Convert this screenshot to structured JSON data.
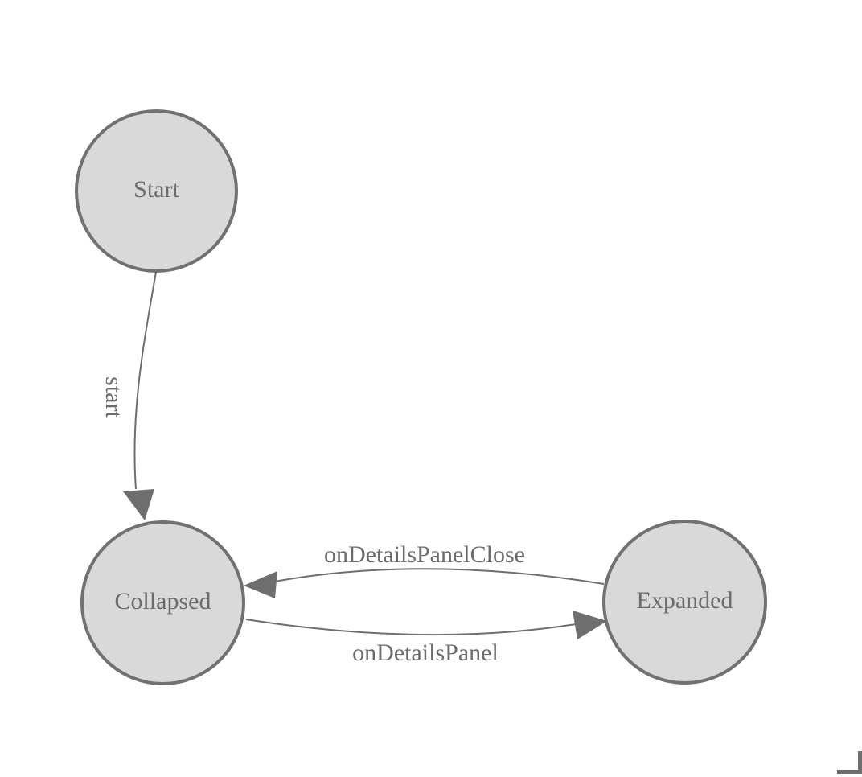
{
  "page": {
    "background": "#ffffff"
  },
  "diagram": {
    "type": "state-machine",
    "nodes": [
      {
        "id": "Start",
        "label": "Start"
      },
      {
        "id": "Collapsed",
        "label": "Collapsed"
      },
      {
        "id": "Expanded",
        "label": "Expanded"
      }
    ],
    "edges": [
      {
        "from": "Start",
        "to": "Collapsed",
        "label": "start",
        "label_orientation": "vertical"
      },
      {
        "from": "Expanded",
        "to": "Collapsed",
        "label": "onDetailsPanelClose",
        "label_orientation": "horizontal"
      },
      {
        "from": "Collapsed",
        "to": "Expanded",
        "label": "onDetailsPanel",
        "label_orientation": "horizontal"
      }
    ],
    "colors": {
      "node_fill": "#d9d9d9",
      "node_border": "#717171",
      "edge_stroke": "#6e6e6e",
      "arrowhead_fill": "#6e6e6e",
      "text": "#6b6b6b"
    },
    "corner_icon": "resize-corner-bracket-icon"
  }
}
